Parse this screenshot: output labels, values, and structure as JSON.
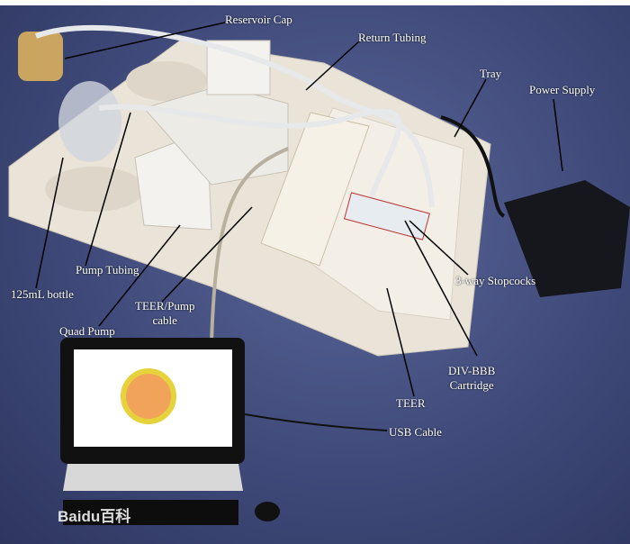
{
  "labels": {
    "reservoir_cap": "Reservoir Cap",
    "return_tubing": "Return Tubing",
    "tray": "Tray",
    "power_supply": "Power Supply",
    "pump_tubing": "Pump Tubing",
    "bottle": "125mL bottle",
    "teer_pump_cable_1": "TEER/Pump",
    "teer_pump_cable_2": "cable",
    "quad_pump": "Quad Pump",
    "stopcocks": "3-way Stopcocks",
    "cartridge_1": "DIV-BBB",
    "cartridge_2": "Cartridge",
    "teer": "TEER",
    "usb_cable": "USB Cable"
  },
  "watermark": "Baidu百科",
  "colors": {
    "background": "#3f4a7a",
    "tray": "#efe9e0",
    "label": "#ffffff"
  }
}
